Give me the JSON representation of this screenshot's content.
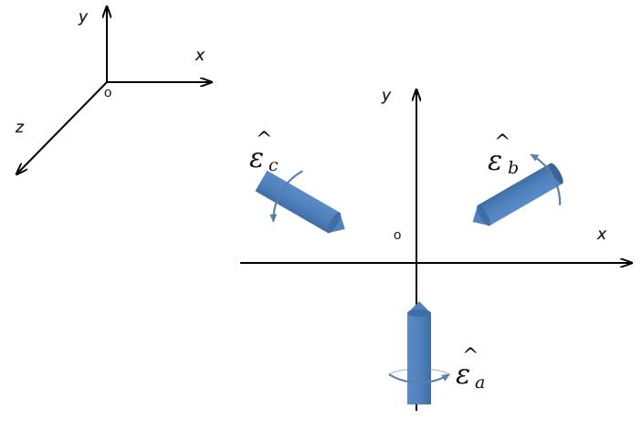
{
  "small_frame": {
    "x_label": "x",
    "y_label": "y",
    "z_label": "z",
    "origin_label": "o"
  },
  "main_frame": {
    "x_label": "x",
    "y_label": "y",
    "origin_label": "o"
  },
  "vectors": {
    "a": {
      "symbol": "ε",
      "subscript": "a",
      "hat": "^"
    },
    "b": {
      "symbol": "ε",
      "subscript": "b",
      "hat": "^"
    },
    "c": {
      "symbol": "ε",
      "subscript": "c",
      "hat": "^"
    }
  },
  "colors": {
    "arrow_fill": "#4f81bd",
    "arrow_dark": "#3a6499",
    "rotation_arc": "#5b7fa6",
    "axis": "#000000"
  }
}
